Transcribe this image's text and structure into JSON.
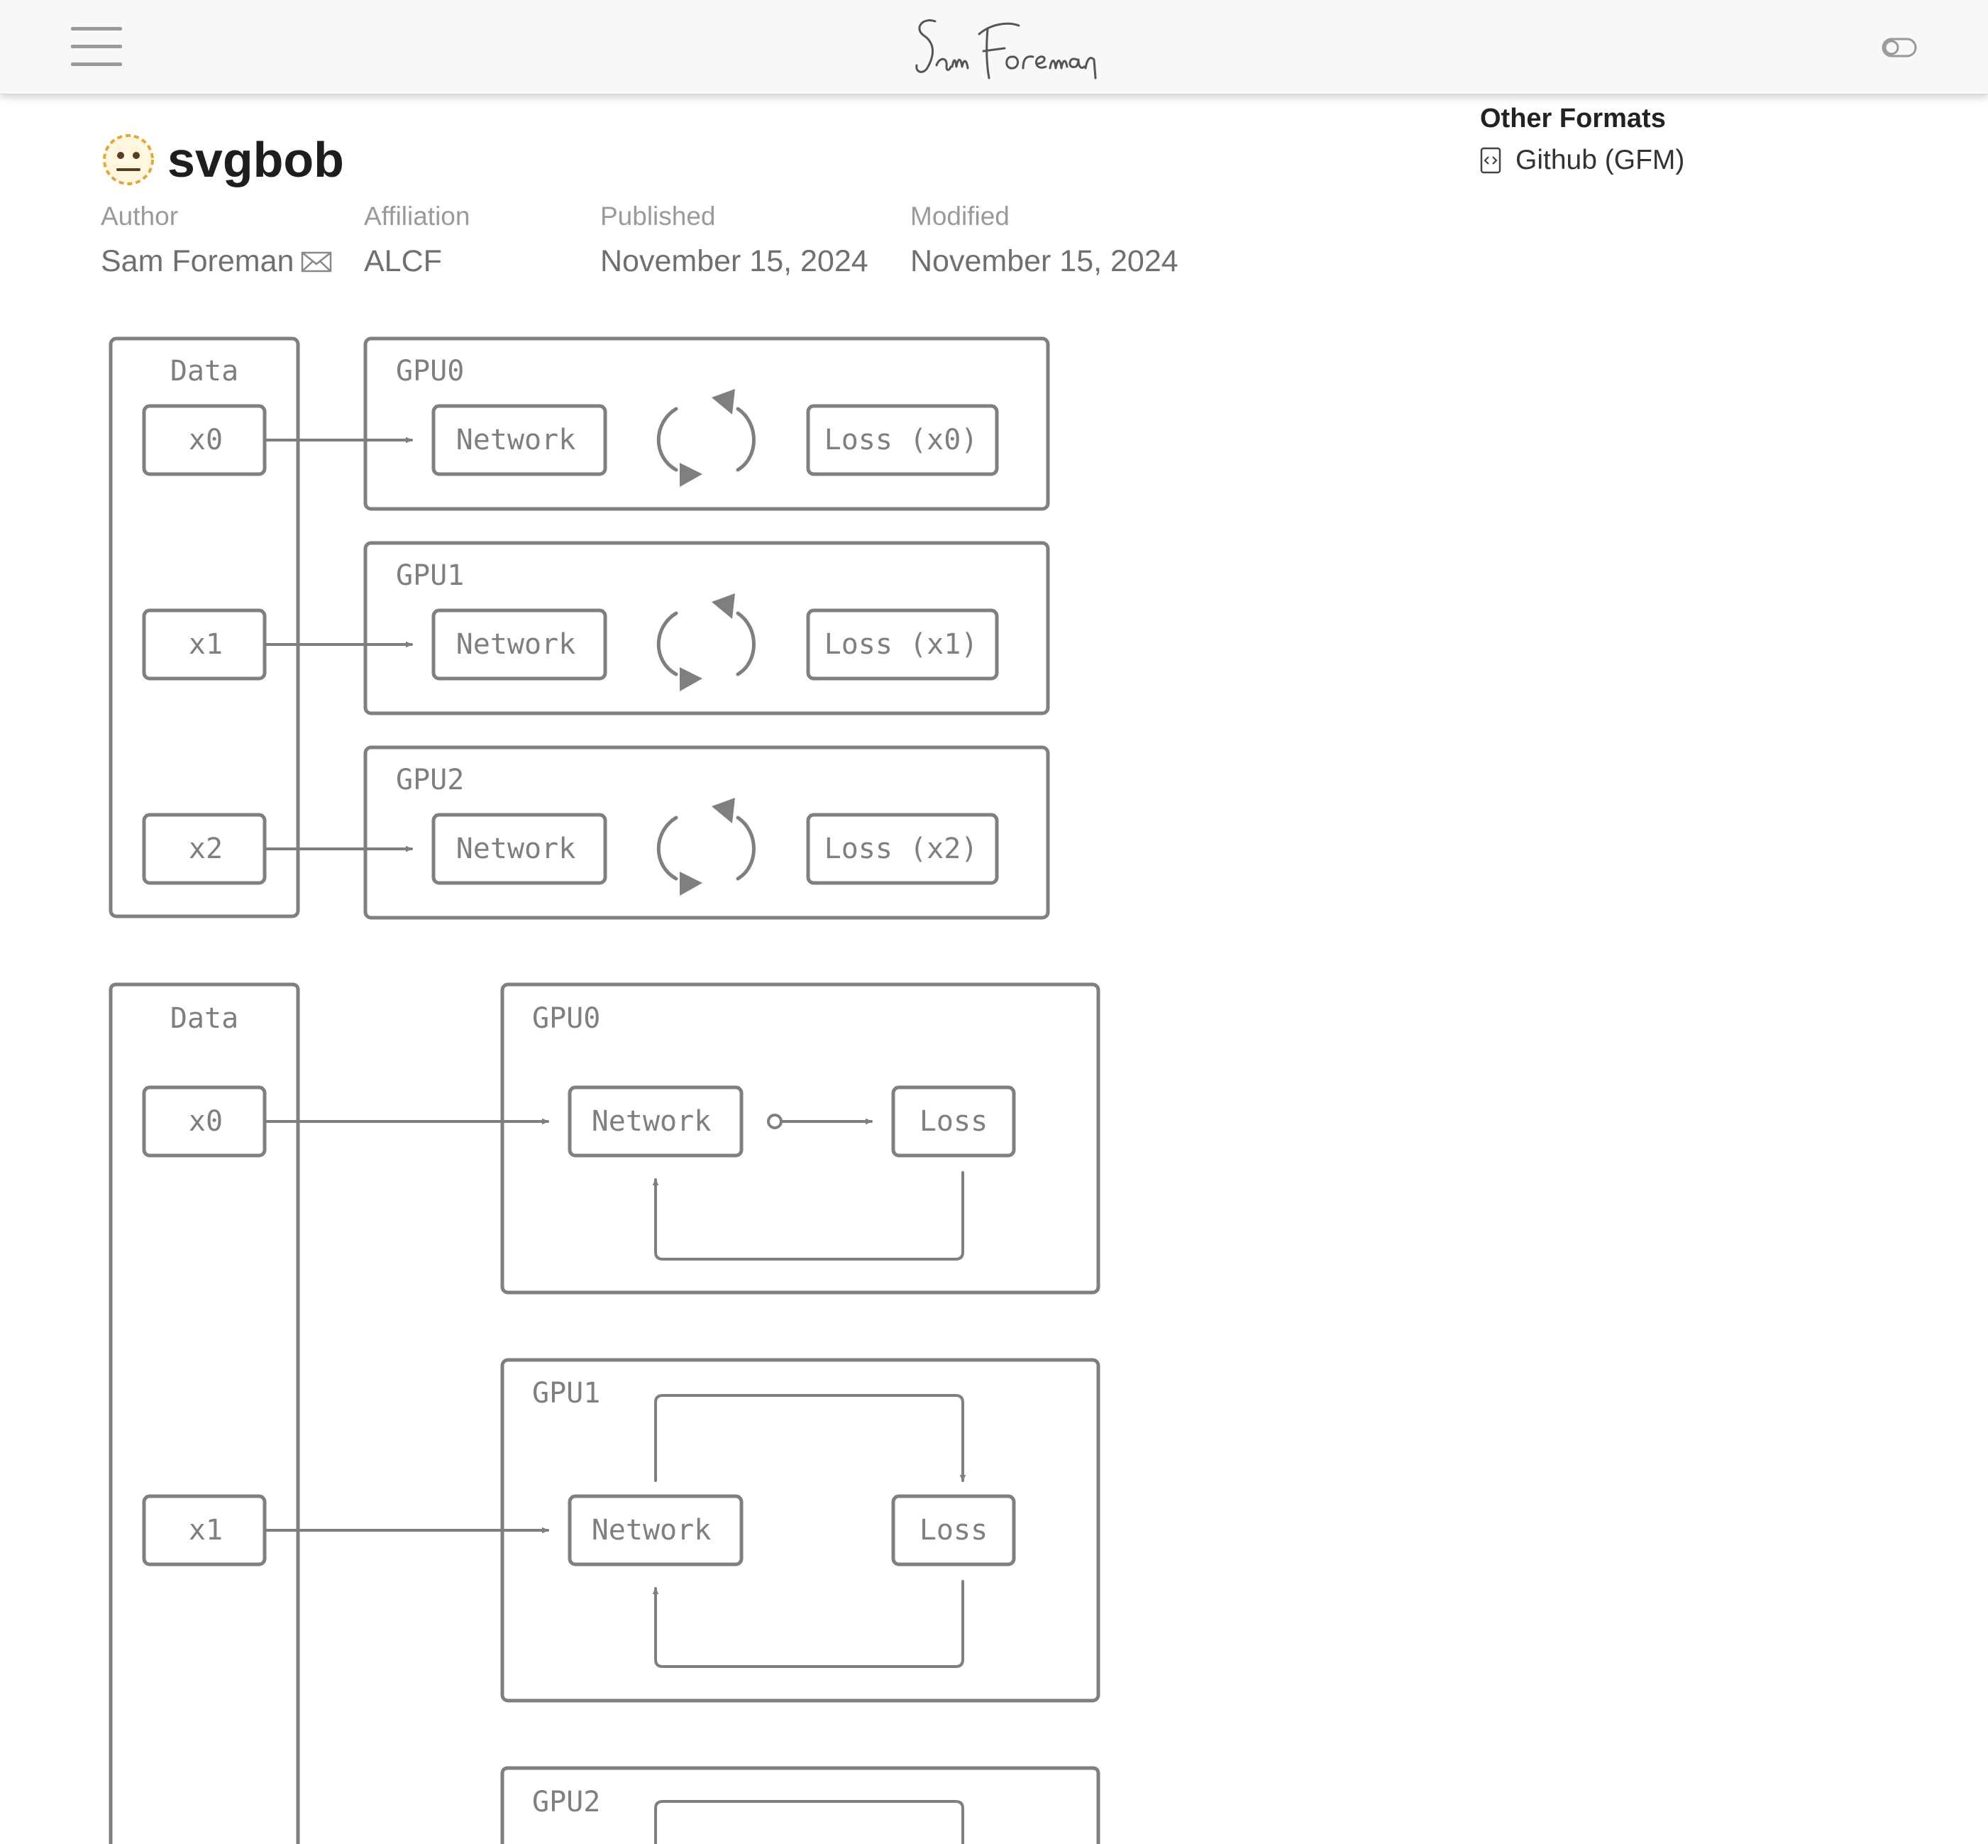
{
  "navbar": {
    "menu_icon": "hamburger-menu-icon",
    "brand": "Sam Foreman",
    "toggle_icon": "theme-toggle-icon"
  },
  "page": {
    "title_emoji": "neutral-face-emoji",
    "title": "svgbob"
  },
  "meta": {
    "author_label": "Author",
    "author": "Sam Foreman",
    "author_icon": "envelope-icon",
    "affiliation_label": "Affiliation",
    "affiliation": "ALCF",
    "published_label": "Published",
    "published": "November 15, 2024",
    "modified_label": "Modified",
    "modified": "November 15, 2024"
  },
  "sidebar": {
    "other_formats_heading": "Other Formats",
    "format_link": "Github (GFM)",
    "format_icon": "file-code-icon"
  },
  "diagram1": {
    "data_label": "Data",
    "rows": [
      {
        "gpu": "GPU0",
        "input": "x0",
        "network": "Network",
        "loss": "Loss (x0)"
      },
      {
        "gpu": "GPU1",
        "input": "x1",
        "network": "Network",
        "loss": "Loss (x1)"
      },
      {
        "gpu": "GPU2",
        "input": "x2",
        "network": "Network",
        "loss": "Loss (x2)"
      }
    ]
  },
  "diagram2": {
    "data_label": "Data",
    "rows": [
      {
        "gpu": "GPU0",
        "input": "x0",
        "network": "Network",
        "loss": "Loss"
      },
      {
        "gpu": "GPU1",
        "input": "x1",
        "network": "Network",
        "loss": "Loss"
      },
      {
        "gpu": "GPU2"
      }
    ]
  }
}
